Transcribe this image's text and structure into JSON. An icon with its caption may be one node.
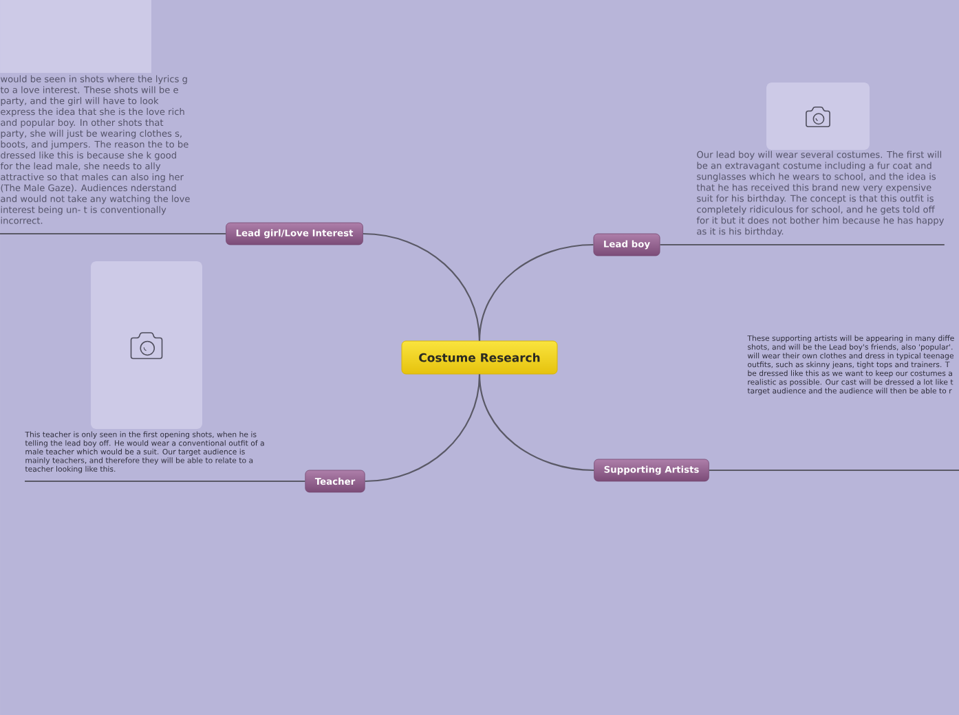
{
  "diagram": {
    "nodes": [
      {
        "text": [
          "Costume Research"
        ]
      },
      {
        "text": [
          "Lead girl/Love Interest"
        ]
      },
      {
        "text": [
          "Lead boy"
        ]
      },
      {
        "text": [
          "Teacher"
        ]
      },
      {
        "text": [
          "Supporting Artists"
        ]
      },
      {
        "text": [
          "would be seen in shots where the lyrics g to a love interest. These shots will be e party, and the girl will have to look express the idea that she is the love rich and popular boy. In other shots that party, she will just be wearing clothes s, boots, and jumpers. The reason the to be dressed like this is because she k good for the lead male, she needs to ally attractive so that males can also ing her (The Male Gaze). Audiences nderstand and would not take any watching the love interest being un- t is conventionally incorrect."
        ]
      },
      {
        "text": [
          "Our lead boy will wear several costumes. The first will be an extravagant costume including a fur coat and sunglasses which he wears to school, and the idea is that he has received this brand new very expensive suit for his birthday. The concept is that this outfit is completely ridiculous for school, and he gets told off for it but it does not bother him because he has happy as it is his birthday."
        ]
      },
      {
        "text": [
          "This teacher is only seen in the first opening shots, when he is telling the lead boy off. He would wear a conventional outfit of a male teacher which would be a suit. Our target audience is mainly teachers, and therefore they will be able to relate to a teacher looking like this."
        ]
      },
      {
        "text": [
          "These supporting artists will be appearing in many diffe shots, and will be the Lead boy's friends, also 'popular'. will wear their own clothes and dress in typical teenage outfits, such as skinny jeans, tight tops and trainers. T be dressed like this as we want to keep our costumes a realistic as possible. Our cast will be dressed a lot like t target audience and the audience will then be able to r"
        ]
      }
    ],
    "edges": [
      {
        "from": 0,
        "to": 1,
        "arrow": "none"
      },
      {
        "from": 0,
        "to": 2,
        "arrow": "none"
      },
      {
        "from": 0,
        "to": 3,
        "arrow": "none"
      },
      {
        "from": 0,
        "to": 4,
        "arrow": "none"
      },
      {
        "from": 1,
        "to": 5,
        "arrow": "none"
      },
      {
        "from": 2,
        "to": 6,
        "arrow": "none"
      },
      {
        "from": 3,
        "to": 7,
        "arrow": "none"
      },
      {
        "from": 4,
        "to": 8,
        "arrow": "none"
      }
    ]
  }
}
